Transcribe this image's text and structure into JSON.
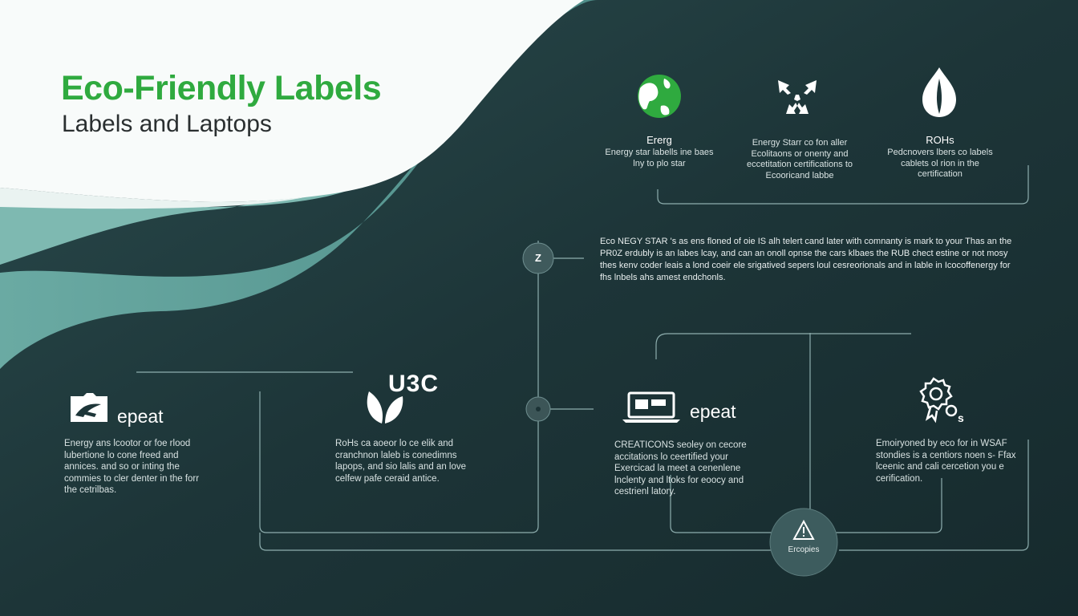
{
  "header": {
    "title": "Eco-Friendly Labels",
    "subtitle": "Labels and Laptops"
  },
  "top_cards": [
    {
      "icon": "globe-icon",
      "title": "Ererg",
      "text": "Energy star labells ine baes lny to plo star"
    },
    {
      "icon": "recycle-arrows-icon",
      "title": "",
      "text": "Energy Starr co fon aller Ecolitaons or onenty and eccetitation certifications to Ecooricand labbe"
    },
    {
      "icon": "leaf-drop-icon",
      "title": "ROHs",
      "text": "Pedcnovers lbers co labels cablets ol rion in the certification"
    }
  ],
  "node_marker": "Z",
  "paragraph": "Eco NEGY STAR 's as ens floned of oie IS alh telert cand later with comnanty is mark to your Thas an the PR0Z erdubly is an labes lcay, and can an onoll opnse the cars klbaes the RUB chect estine or not mosy thes kenv coder leais a lond coeir ele srigatived sepers loul cesreorionals and in lable in Icocoffenergy for fhs lnbels ahs amest endchonls.",
  "bottom_cards": [
    {
      "icon": "epeat-badge-icon",
      "brand": "epeat",
      "text": "Energy ans lcootor or foe rlood lubertione lo cone freed and annices. and so or inting the commies to cler denter in the forr the cetrilbas."
    },
    {
      "icon": "leaf-icon",
      "brand": "U3C",
      "text": "RoHs ca aoeor lo ce elik and cranchnon laleb is conedimns lapops, and sio lalis and an love celfew pafe ceraid antice."
    },
    {
      "icon": "laptop-icon",
      "brand": "epeat",
      "text": "CREATICONS seoley on cecore accitations lo ceertified your Exercicad la meet a cenenlene lnclenty and ltoks for eoocy and cestrienl latory."
    },
    {
      "icon": "certificate-seal-icon",
      "brand": "",
      "text": "Emoiryoned by eco for in WSAF stondies is a centiors noen s- Ffax lceenic and cali cercetion you e cerification."
    }
  ],
  "bottom_node": {
    "icon": "warning-icon",
    "label": "Ercopies"
  },
  "colors": {
    "title_green": "#2faa3f",
    "teal_wave": "#5f9e98",
    "dark_bg": "#1c3336",
    "line": "#8eaeae"
  }
}
